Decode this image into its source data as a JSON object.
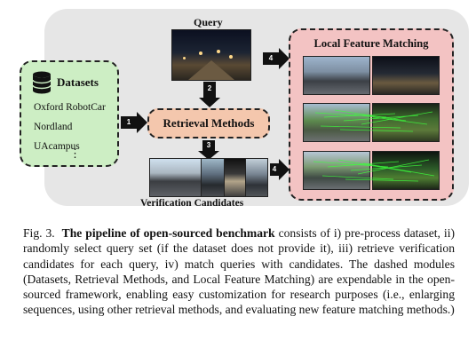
{
  "figure": {
    "datasets": {
      "title": "Datasets",
      "items": [
        "Oxford RobotCar",
        "Nordland",
        "UAcampus"
      ],
      "ellipsis": "⋮"
    },
    "query_label": "Query",
    "retrieval_label": "Retrieval Methods",
    "candidates_label": "Verification Candidates",
    "lfm_title": "Local Feature Matching",
    "steps": [
      "1",
      "2",
      "3",
      "4",
      "4"
    ],
    "colors": {
      "backdrop": "#e6e6e6",
      "datasets": "#cdeec4",
      "retrieval": "#f4c7ad",
      "lfm": "#f3c3c3",
      "match_green": "#3cff3c"
    }
  },
  "caption": {
    "label": "Fig. 3.",
    "bold": "The pipeline of open-sourced benchmark",
    "text": "consists of i) pre-process dataset, ii) randomly select query set (if the dataset does not provide it), iii) retrieve verification candidates for each query, iv) match queries with candidates. The dashed modules (Datasets, Retrieval Methods, and Local Feature Matching) are expendable in the open-sourced framework, enabling easy customization for research purposes (i.e., enlarging sequences, using other retrieval methods, and evaluating new feature matching methods.)"
  }
}
